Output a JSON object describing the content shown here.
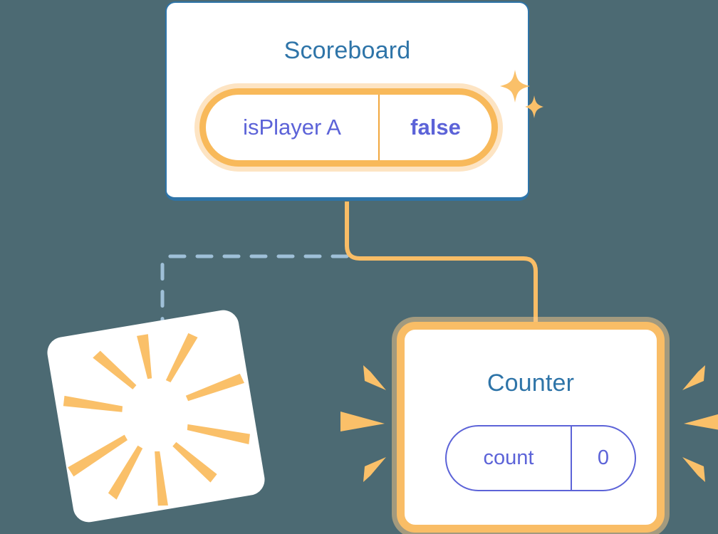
{
  "diagram": {
    "title": "Reactive state dependency diagram",
    "background_color": "#4c6a73"
  },
  "colors": {
    "background": "#4c6a73",
    "card_border_blue": "#2e74a8",
    "title_blue": "#2e74a8",
    "state_text_purple": "#5c63d8",
    "accent_orange": "#f8b95a",
    "accent_orange_light": "#fac47b",
    "accent_orange_dark": "#f1a73e",
    "dashed_line_blue": "#9fc0d8",
    "card_fill": "#ffffff"
  },
  "nodes": {
    "scoreboard": {
      "title": "Scoreboard",
      "state": {
        "key": "isPlayer A",
        "value": "false",
        "value_bold": true,
        "highlighted": true
      },
      "decoration": "sparkle-cluster"
    },
    "counter": {
      "title": "Counter",
      "state": {
        "key": "count",
        "value": "0",
        "value_bold": false,
        "highlighted": false
      },
      "decoration": "side-burst-rays",
      "highlighted": true
    },
    "burst_card": {
      "title": "",
      "decoration": "radial-burst-rays",
      "rotation_degrees": -9.5
    }
  },
  "connectors": [
    {
      "name": "scoreboard-to-counter",
      "style": "solid",
      "color": "#f9bd66",
      "width": 6
    },
    {
      "name": "scoreboard-to-burst-card",
      "style": "dashed",
      "color": "#9fc0d8",
      "width": 5
    }
  ],
  "icons": {
    "sparkle_large": "sparkle-icon",
    "sparkle_small": "sparkle-small-icon",
    "burst": "burst-rays-icon"
  }
}
